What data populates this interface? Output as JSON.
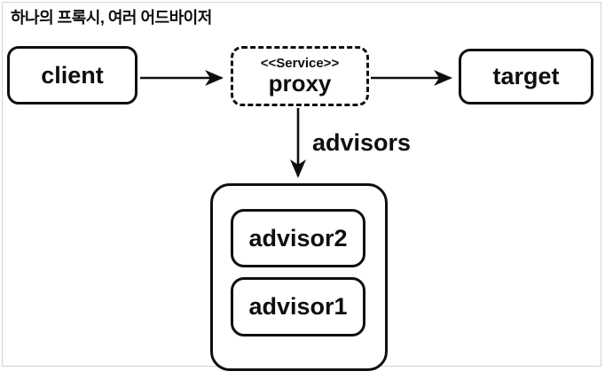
{
  "title": "하나의 프록시, 여러 어드바이저",
  "nodes": {
    "client": "client",
    "proxy_stereotype": "<<Service>>",
    "proxy": "proxy",
    "target": "target",
    "advisor2": "advisor2",
    "advisor1": "advisor1"
  },
  "edges": {
    "advisors_label": "advisors"
  },
  "colors": {
    "ink": "#0f0f0f",
    "frame": "#d2d2d2",
    "paper": "#ffffff"
  }
}
